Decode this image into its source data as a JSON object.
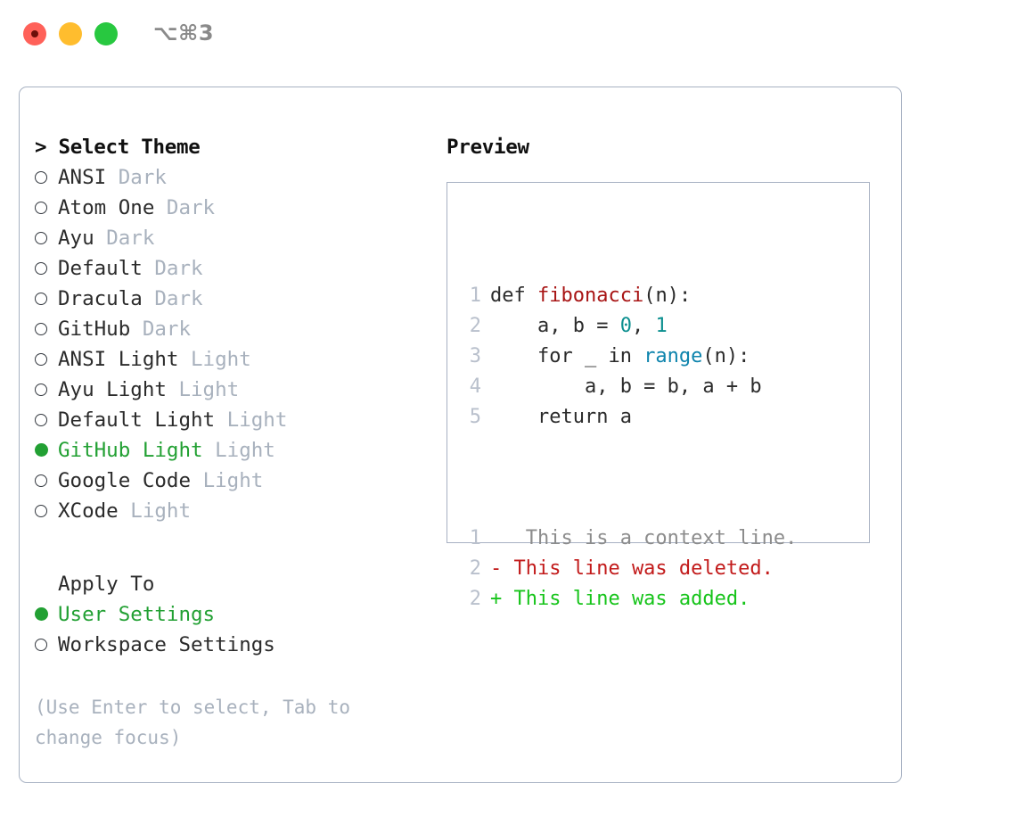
{
  "titlebar": {
    "shortcut": "⌥⌘3",
    "lights": [
      "close-red",
      "minimize-yellow",
      "zoom-green"
    ]
  },
  "left": {
    "header": "> Select Theme",
    "themes": [
      {
        "marker": "hollow",
        "name": "ANSI",
        "variant": "Dark",
        "selected": false
      },
      {
        "marker": "hollow",
        "name": "Atom One",
        "variant": "Dark",
        "selected": false
      },
      {
        "marker": "hollow",
        "name": "Ayu",
        "variant": "Dark",
        "selected": false
      },
      {
        "marker": "hollow",
        "name": "Default",
        "variant": "Dark",
        "selected": false
      },
      {
        "marker": "hollow",
        "name": "Dracula",
        "variant": "Dark",
        "selected": false
      },
      {
        "marker": "hollow",
        "name": "GitHub",
        "variant": "Dark",
        "selected": false
      },
      {
        "marker": "hollow",
        "name": "ANSI Light",
        "variant": "Light",
        "selected": false
      },
      {
        "marker": "hollow",
        "name": "Ayu Light",
        "variant": "Light",
        "selected": false
      },
      {
        "marker": "hollow",
        "name": "Default Light",
        "variant": "Light",
        "selected": false
      },
      {
        "marker": "filled",
        "name": "GitHub Light",
        "variant": "Light",
        "selected": true
      },
      {
        "marker": "hollow",
        "name": "Google Code",
        "variant": "Light",
        "selected": false
      },
      {
        "marker": "hollow",
        "name": "XCode",
        "variant": "Light",
        "selected": false
      }
    ],
    "apply_to": {
      "header": "Apply To",
      "options": [
        {
          "marker": "filled",
          "name": "User Settings",
          "selected": true
        },
        {
          "marker": "hollow",
          "name": "Workspace Settings",
          "selected": false
        }
      ]
    },
    "hint": "(Use Enter to select, Tab to change focus)"
  },
  "right": {
    "title": "Preview",
    "code_lines": [
      {
        "num": "1",
        "tokens": [
          {
            "t": "def ",
            "c": "plain"
          },
          {
            "t": "fibonacci",
            "c": "func"
          },
          {
            "t": "(n):",
            "c": "plain"
          }
        ]
      },
      {
        "num": "2",
        "tokens": [
          {
            "t": "    a, b = ",
            "c": "plain"
          },
          {
            "t": "0",
            "c": "num"
          },
          {
            "t": ", ",
            "c": "plain"
          },
          {
            "t": "1",
            "c": "num"
          }
        ]
      },
      {
        "num": "3",
        "tokens": [
          {
            "t": "    for _ in ",
            "c": "plain"
          },
          {
            "t": "range",
            "c": "call"
          },
          {
            "t": "(n):",
            "c": "plain"
          }
        ]
      },
      {
        "num": "4",
        "tokens": [
          {
            "t": "        a, b = b, a + b",
            "c": "plain"
          }
        ]
      },
      {
        "num": "5",
        "tokens": [
          {
            "t": "    return a",
            "c": "plain"
          }
        ]
      }
    ],
    "diff_lines": [
      {
        "num": "1",
        "sign": " ",
        "text": "  This is a context line.",
        "kind": "ctx"
      },
      {
        "num": "2",
        "sign": "-",
        "text": " This line was deleted.",
        "kind": "del"
      },
      {
        "num": "2",
        "sign": "+",
        "text": " This line was added.",
        "kind": "add"
      }
    ]
  },
  "colors": {
    "accent_green": "#22a033",
    "muted": "#a8b1bd",
    "border": "#a7b1c2",
    "func_red": "#a81414",
    "number_teal": "#0b8f8f",
    "call_blue": "#0e84ad",
    "diff_delete": "#c21a1a",
    "diff_add": "#16c41a",
    "light_red": "#ff6159",
    "light_yellow": "#ffbd2e",
    "light_green": "#28c840"
  }
}
